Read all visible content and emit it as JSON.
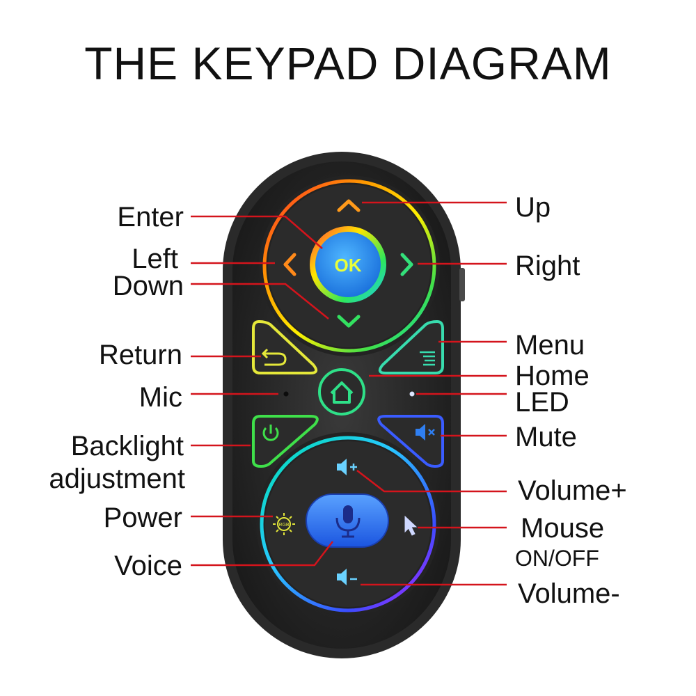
{
  "title": "THE KEYPAD DIAGRAM",
  "colors": {
    "leader_line": "#d4141c",
    "remote_body": "#232323",
    "ok_button": "#1f8fe3",
    "voice_button": "#2f7ff2"
  },
  "buttons": {
    "ok": "OK",
    "rgb": "RGB"
  },
  "labels": {
    "enter": "Enter",
    "left": "Left",
    "down": "Down",
    "return": "Return",
    "mic": "Mic",
    "backlight_line1": "Backlight",
    "backlight_line2": "adjustment",
    "power": "Power",
    "voice": "Voice",
    "up": "Up",
    "right": "Right",
    "menu": "Menu",
    "home": "Home",
    "led": "LED",
    "mute": "Mute",
    "volume_plus": "Volume+",
    "mouse_line1": "Mouse",
    "mouse_line2": "ON/OFF",
    "volume_minus": "Volume-"
  },
  "icons": [
    "chevron-up-icon",
    "chevron-left-icon",
    "chevron-right-icon",
    "chevron-down-icon",
    "return-arrow-icon",
    "menu-lines-icon",
    "home-icon",
    "power-icon",
    "mute-speaker-icon",
    "volume-up-icon",
    "volume-down-icon",
    "backlight-sun-icon",
    "microphone-icon",
    "mouse-pointer-icon"
  ]
}
